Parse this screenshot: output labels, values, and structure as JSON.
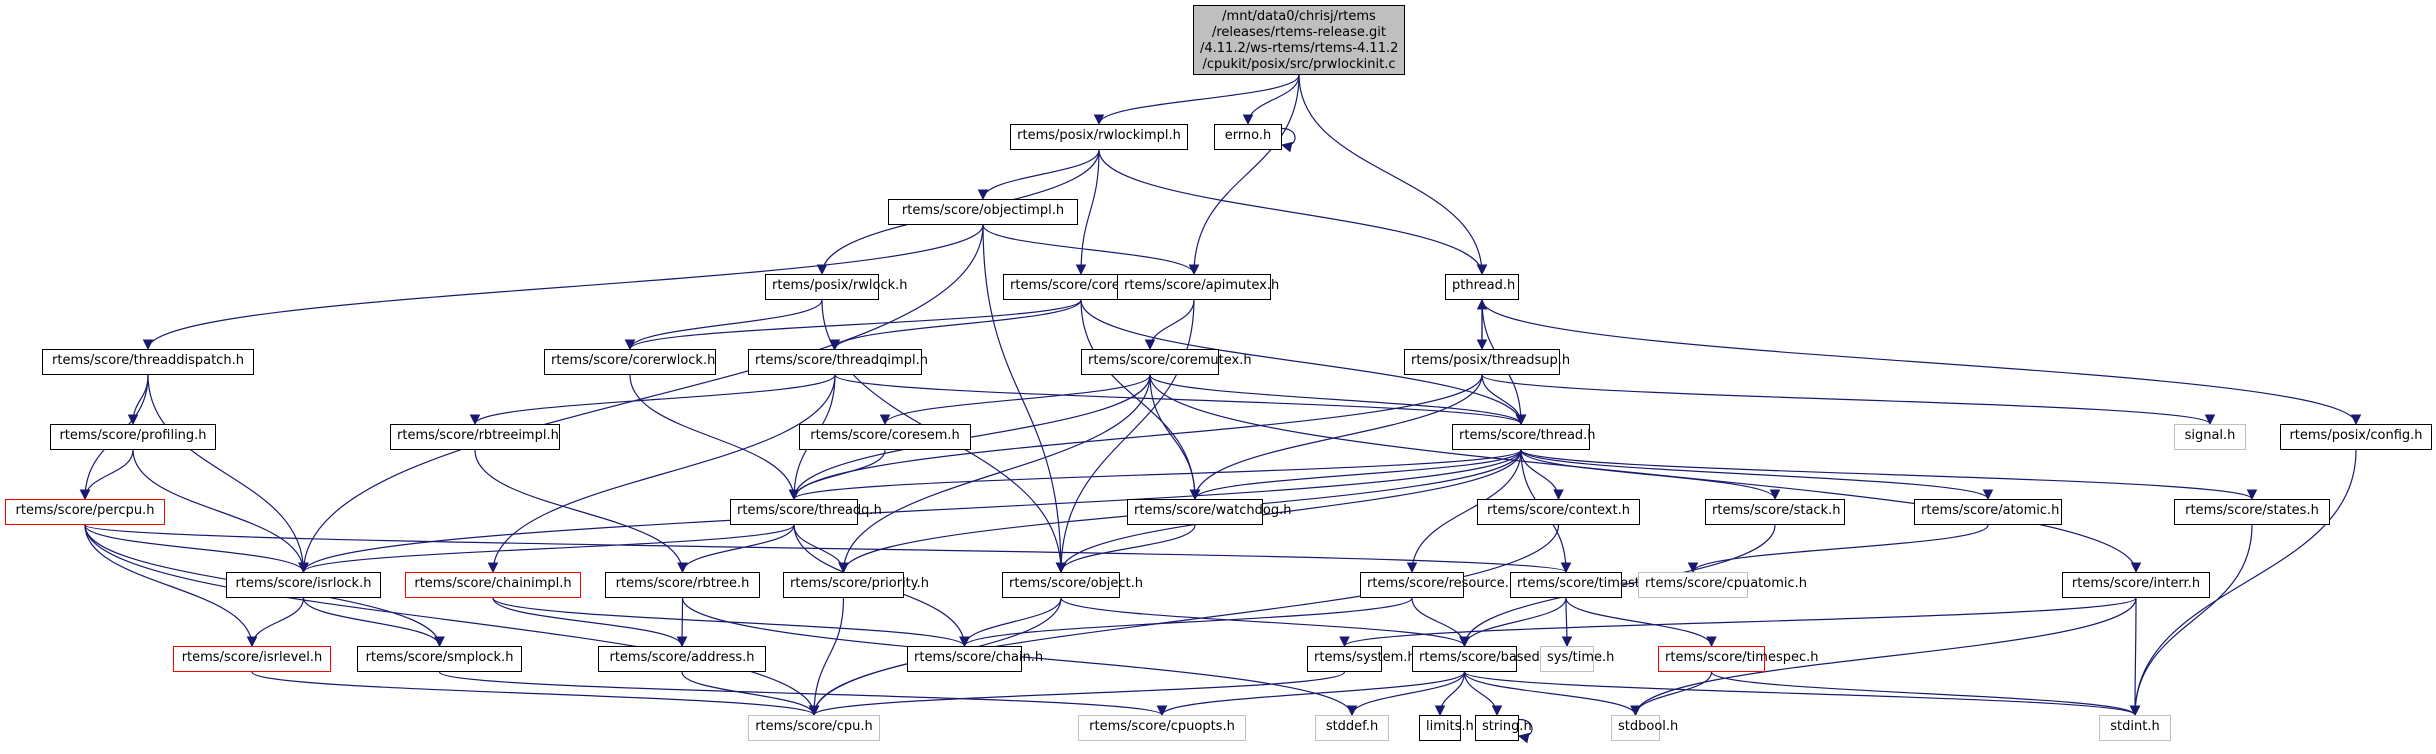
{
  "graph": {
    "type": "include-dependency-graph",
    "edge_color": "#191970",
    "root": {
      "id": "root",
      "lines": [
        "/mnt/data0/chrisj/rtems",
        "/releases/rtems-release.git",
        "/4.11.2/ws-rtems/rtems-4.11.2",
        "/cpukit/posix/src/prwlockinit.c"
      ]
    },
    "nodes": [
      {
        "id": "rwlockimpl",
        "label": "rtems/posix/rwlockimpl.h",
        "style": "normal"
      },
      {
        "id": "errno",
        "label": "errno.h",
        "style": "normal"
      },
      {
        "id": "objectimpl",
        "label": "rtems/score/objectimpl.h",
        "style": "normal"
      },
      {
        "id": "rwlock",
        "label": "rtems/posix/rwlock.h",
        "style": "normal"
      },
      {
        "id": "corerwlockimpl",
        "label": "rtems/score/corerwlockimpl.h",
        "style": "normal"
      },
      {
        "id": "apimutex",
        "label": "rtems/score/apimutex.h",
        "style": "normal"
      },
      {
        "id": "pthread",
        "label": "pthread.h",
        "style": "normal"
      },
      {
        "id": "threaddispatch",
        "label": "rtems/score/threaddispatch.h",
        "style": "normal"
      },
      {
        "id": "corerwlock",
        "label": "rtems/score/corerwlock.h",
        "style": "normal"
      },
      {
        "id": "threadqimpl",
        "label": "rtems/score/threadqimpl.h",
        "style": "normal"
      },
      {
        "id": "coremutex",
        "label": "rtems/score/coremutex.h",
        "style": "normal"
      },
      {
        "id": "threadsup",
        "label": "rtems/posix/threadsup.h",
        "style": "normal"
      },
      {
        "id": "profiling",
        "label": "rtems/score/profiling.h",
        "style": "normal"
      },
      {
        "id": "rbtreeimpl",
        "label": "rtems/score/rbtreeimpl.h",
        "style": "normal"
      },
      {
        "id": "coresem",
        "label": "rtems/score/coresem.h",
        "style": "normal"
      },
      {
        "id": "thread",
        "label": "rtems/score/thread.h",
        "style": "normal"
      },
      {
        "id": "signal",
        "label": "signal.h",
        "style": "missing"
      },
      {
        "id": "posixconfig",
        "label": "rtems/posix/config.h",
        "style": "normal"
      },
      {
        "id": "percpu",
        "label": "rtems/score/percpu.h",
        "style": "truncated"
      },
      {
        "id": "threadq",
        "label": "rtems/score/threadq.h",
        "style": "normal"
      },
      {
        "id": "watchdog",
        "label": "rtems/score/watchdog.h",
        "style": "normal"
      },
      {
        "id": "context",
        "label": "rtems/score/context.h",
        "style": "normal"
      },
      {
        "id": "stack",
        "label": "rtems/score/stack.h",
        "style": "normal"
      },
      {
        "id": "atomic",
        "label": "rtems/score/atomic.h",
        "style": "normal"
      },
      {
        "id": "states",
        "label": "rtems/score/states.h",
        "style": "normal"
      },
      {
        "id": "isrlock",
        "label": "rtems/score/isrlock.h",
        "style": "normal"
      },
      {
        "id": "chainimpl",
        "label": "rtems/score/chainimpl.h",
        "style": "truncated"
      },
      {
        "id": "rbtree",
        "label": "rtems/score/rbtree.h",
        "style": "normal"
      },
      {
        "id": "priority",
        "label": "rtems/score/priority.h",
        "style": "normal"
      },
      {
        "id": "object",
        "label": "rtems/score/object.h",
        "style": "normal"
      },
      {
        "id": "resource",
        "label": "rtems/score/resource.h",
        "style": "normal"
      },
      {
        "id": "timestamp",
        "label": "rtems/score/timestamp.h",
        "style": "normal"
      },
      {
        "id": "cpuatomic",
        "label": "rtems/score/cpuatomic.h",
        "style": "missing"
      },
      {
        "id": "interr",
        "label": "rtems/score/interr.h",
        "style": "normal"
      },
      {
        "id": "isrlevel",
        "label": "rtems/score/isrlevel.h",
        "style": "truncated"
      },
      {
        "id": "smplock",
        "label": "rtems/score/smplock.h",
        "style": "normal"
      },
      {
        "id": "address",
        "label": "rtems/score/address.h",
        "style": "normal"
      },
      {
        "id": "chain",
        "label": "rtems/score/chain.h",
        "style": "normal"
      },
      {
        "id": "system",
        "label": "rtems/system.h",
        "style": "normal"
      },
      {
        "id": "basedefs",
        "label": "rtems/score/basedefs.h",
        "style": "normal"
      },
      {
        "id": "systime",
        "label": "sys/time.h",
        "style": "missing"
      },
      {
        "id": "timespec",
        "label": "rtems/score/timespec.h",
        "style": "truncated"
      },
      {
        "id": "cpu",
        "label": "rtems/score/cpu.h",
        "style": "missing"
      },
      {
        "id": "cpuopts",
        "label": "rtems/score/cpuopts.h",
        "style": "missing"
      },
      {
        "id": "stddef",
        "label": "stddef.h",
        "style": "missing"
      },
      {
        "id": "limits",
        "label": "limits.h",
        "style": "normal"
      },
      {
        "id": "string",
        "label": "string.h",
        "style": "normal"
      },
      {
        "id": "stdbool",
        "label": "stdbool.h",
        "style": "missing"
      },
      {
        "id": "stdint",
        "label": "stdint.h",
        "style": "missing"
      }
    ],
    "edges": [
      [
        "root",
        "rwlockimpl"
      ],
      [
        "root",
        "errno"
      ],
      [
        "root",
        "apimutex"
      ],
      [
        "root",
        "pthread"
      ],
      [
        "errno",
        "errno"
      ],
      [
        "rwlockimpl",
        "objectimpl"
      ],
      [
        "rwlockimpl",
        "rwlock"
      ],
      [
        "rwlockimpl",
        "corerwlockimpl"
      ],
      [
        "rwlockimpl",
        "pthread"
      ],
      [
        "objectimpl",
        "threaddispatch"
      ],
      [
        "objectimpl",
        "isrlock"
      ],
      [
        "objectimpl",
        "object"
      ],
      [
        "objectimpl",
        "apimutex"
      ],
      [
        "rwlock",
        "corerwlock"
      ],
      [
        "rwlock",
        "object"
      ],
      [
        "corerwlockimpl",
        "corerwlock"
      ],
      [
        "corerwlockimpl",
        "threadqimpl"
      ],
      [
        "corerwlockimpl",
        "watchdog"
      ],
      [
        "corerwlockimpl",
        "thread"
      ],
      [
        "apimutex",
        "coremutex"
      ],
      [
        "apimutex",
        "object"
      ],
      [
        "pthread",
        "threadsup"
      ],
      [
        "pthread",
        "thread"
      ],
      [
        "pthread",
        "posixconfig"
      ],
      [
        "threadsup",
        "pthread"
      ],
      [
        "threadsup",
        "thread"
      ],
      [
        "threadsup",
        "threadq"
      ],
      [
        "threadsup",
        "watchdog"
      ],
      [
        "threadsup",
        "signal"
      ],
      [
        "threaddispatch",
        "profiling"
      ],
      [
        "threaddispatch",
        "percpu"
      ],
      [
        "threaddispatch",
        "isrlock"
      ],
      [
        "profiling",
        "percpu"
      ],
      [
        "profiling",
        "isrlock"
      ],
      [
        "corerwlock",
        "threadq"
      ],
      [
        "threadqimpl",
        "rbtreeimpl"
      ],
      [
        "threadqimpl",
        "chainimpl"
      ],
      [
        "threadqimpl",
        "threadq"
      ],
      [
        "threadqimpl",
        "thread"
      ],
      [
        "coremutex",
        "coresem"
      ],
      [
        "coremutex",
        "thread"
      ],
      [
        "coremutex",
        "threadq"
      ],
      [
        "coremutex",
        "watchdog"
      ],
      [
        "coremutex",
        "interr"
      ],
      [
        "coremutex",
        "priority"
      ],
      [
        "coresem",
        "threadq"
      ],
      [
        "rbtreeimpl",
        "rbtree"
      ],
      [
        "thread",
        "threadq"
      ],
      [
        "thread",
        "watchdog"
      ],
      [
        "thread",
        "context"
      ],
      [
        "thread",
        "stack"
      ],
      [
        "thread",
        "atomic"
      ],
      [
        "thread",
        "states"
      ],
      [
        "thread",
        "isrlock"
      ],
      [
        "thread",
        "object"
      ],
      [
        "thread",
        "resource"
      ],
      [
        "thread",
        "timestamp"
      ],
      [
        "thread",
        "priority"
      ],
      [
        "posixconfig",
        "stdint"
      ],
      [
        "percpu",
        "isrlock"
      ],
      [
        "percpu",
        "isrlevel"
      ],
      [
        "percpu",
        "smplock"
      ],
      [
        "percpu",
        "cpu"
      ],
      [
        "percpu",
        "timestamp"
      ],
      [
        "threadq",
        "isrlock"
      ],
      [
        "threadq",
        "rbtree"
      ],
      [
        "threadq",
        "priority"
      ],
      [
        "threadq",
        "chain"
      ],
      [
        "watchdog",
        "object"
      ],
      [
        "context",
        "cpu"
      ],
      [
        "stack",
        "basedefs"
      ],
      [
        "atomic",
        "cpuatomic"
      ],
      [
        "states",
        "stdint"
      ],
      [
        "isrlock",
        "isrlevel"
      ],
      [
        "isrlock",
        "smplock"
      ],
      [
        "chainimpl",
        "address"
      ],
      [
        "chainimpl",
        "chain"
      ],
      [
        "rbtree",
        "address"
      ],
      [
        "rbtree",
        "stddef"
      ],
      [
        "priority",
        "cpu"
      ],
      [
        "object",
        "chain"
      ],
      [
        "object",
        "basedefs"
      ],
      [
        "object",
        "cpu"
      ],
      [
        "resource",
        "basedefs"
      ],
      [
        "resource",
        "chain"
      ],
      [
        "timestamp",
        "basedefs"
      ],
      [
        "timestamp",
        "systime"
      ],
      [
        "timestamp",
        "timespec"
      ],
      [
        "interr",
        "system"
      ],
      [
        "interr",
        "stdbool"
      ],
      [
        "interr",
        "stdint"
      ],
      [
        "isrlevel",
        "cpu"
      ],
      [
        "smplock",
        "cpuopts"
      ],
      [
        "address",
        "cpu"
      ],
      [
        "system",
        "cpu"
      ],
      [
        "basedefs",
        "cpuopts"
      ],
      [
        "basedefs",
        "stddef"
      ],
      [
        "basedefs",
        "limits"
      ],
      [
        "basedefs",
        "string"
      ],
      [
        "basedefs",
        "stdbool"
      ],
      [
        "basedefs",
        "stdint"
      ],
      [
        "string",
        "string"
      ],
      [
        "timespec",
        "stdbool"
      ],
      [
        "timespec",
        "stdint"
      ]
    ]
  }
}
